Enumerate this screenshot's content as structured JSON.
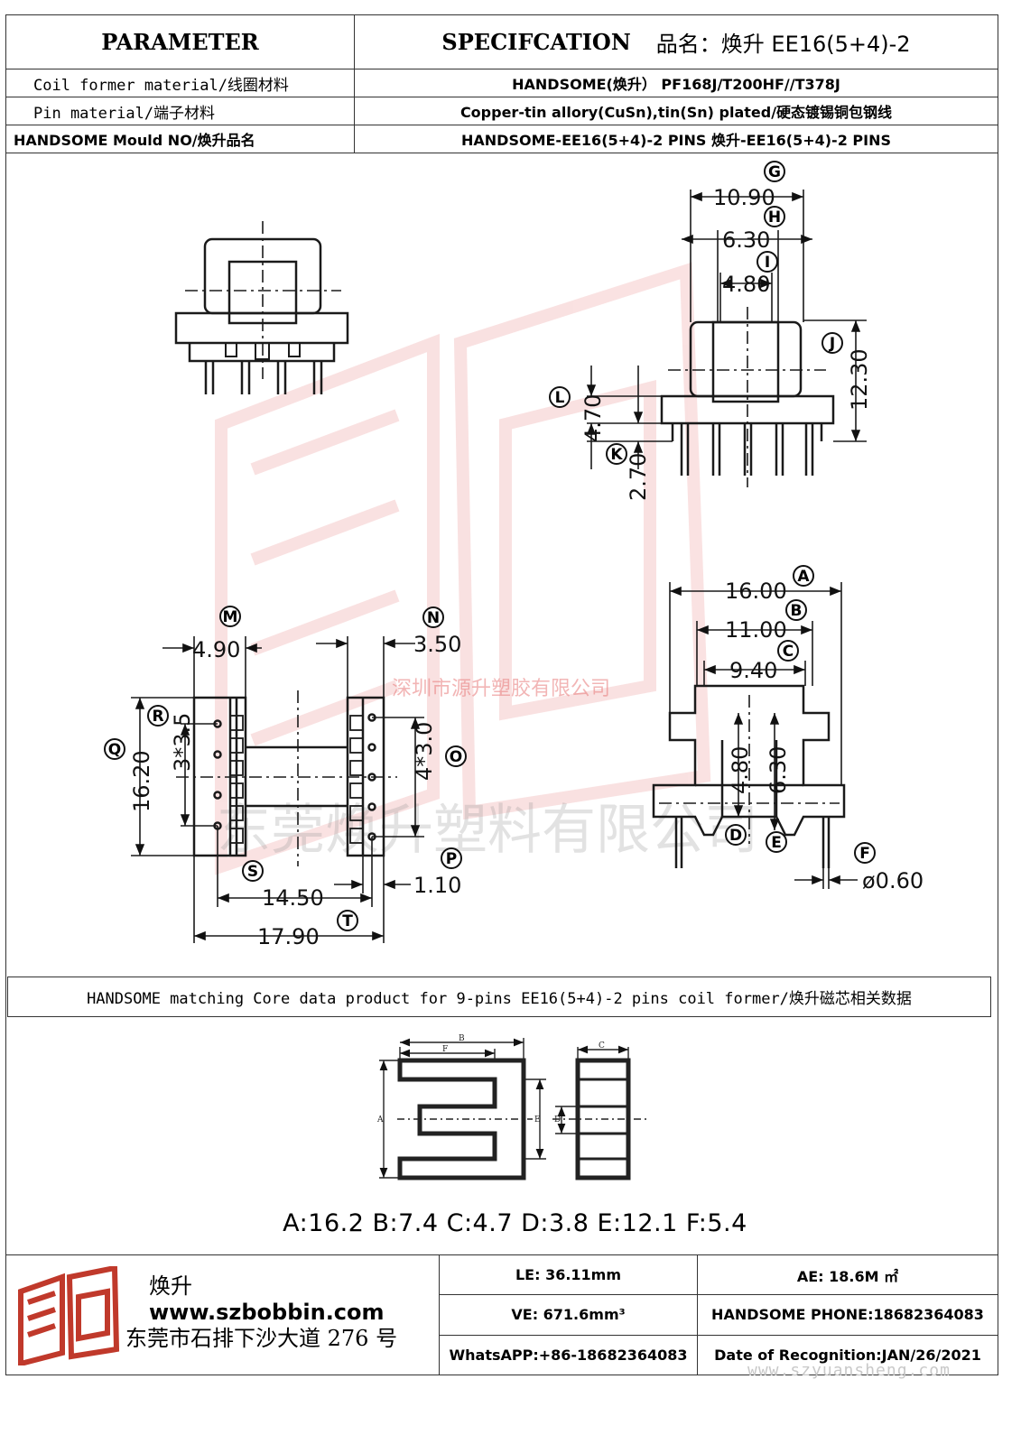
{
  "header": {
    "parameter": "PARAMETER",
    "specification": "SPECIFCATION",
    "product_name": "品名：焕升 EE16(5+4)-2",
    "rows": [
      {
        "label": "Coil former material/线圈材料",
        "value": "HANDSOME(焕升）  PF168J/T200HF//T378J"
      },
      {
        "label": "Pin material/端子材料",
        "value": "Copper-tin allory(CuSn),tin(Sn) plated/硬态镀锡铜包钢线"
      },
      {
        "label": "HANDSOME Mould NO/焕升品名",
        "value": "HANDSOME-EE16(5+4)-2 PINS    焕升-EE16(5+4)-2 PINS"
      }
    ]
  },
  "drawing": {
    "dims": {
      "G": "10.90",
      "H": "6.30",
      "I": "4.80",
      "J": "12.30",
      "L": "4.70",
      "K": "2.70",
      "A": "16.00",
      "B": "11.00",
      "C": "9.40",
      "D": "4.80",
      "E": "6.30",
      "F": "ø0.60",
      "M": "4.90",
      "N": "3.50",
      "R": "3*3.5",
      "Q": "16.20",
      "O": "4*3.0",
      "S": "14.50",
      "P": "1.10",
      "T": "17.90"
    },
    "watermark_small": "深圳市源升塑胶有限公司",
    "watermark_large": "东莞焕升塑料有限公司"
  },
  "core": {
    "caption": "HANDSOME matching Core data  product for 9-pins EE16(5+4)-2 pins coil former/焕升磁芯相关数据",
    "values": "A:16.2 B:7.4 C:4.7 D:3.8 E:12.1 F:5.4",
    "letters": [
      "A",
      "B",
      "C",
      "D",
      "E",
      "F"
    ]
  },
  "footer": {
    "brand_cn": "焕升",
    "website": "www.szbobbin.com",
    "address": "东莞市石排下沙大道 276 号",
    "le": "LE:    36.11mm",
    "ve": "VE:    671.6mm³",
    "whatsapp": "WhatsAPP:+86-18682364083",
    "ae": "AE: 18.6M ㎡",
    "phone": "HANDSOME PHONE:18682364083",
    "date": "Date of Recognition:JAN/26/2021",
    "url_watermark": "www.szyuansheng.com"
  },
  "colors": {
    "watermark": "#e87a7a",
    "logo": "#c0392b",
    "line": "#1a1a1a"
  }
}
